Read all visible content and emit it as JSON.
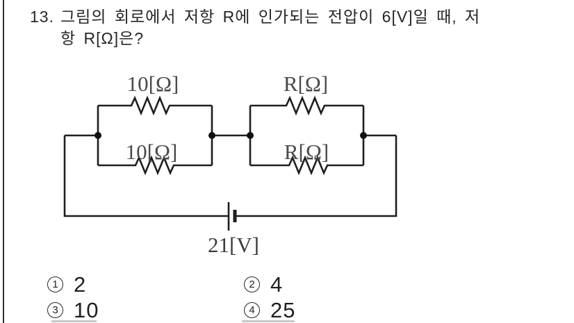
{
  "question": {
    "number": "13.",
    "text_line1": "그림의 회로에서 저항 R에 인가되는 전압이 6[V]일 때, 저",
    "text_line2": "항 R[Ω]은?"
  },
  "circuit": {
    "type": "schematic",
    "description": "Two parallel resistor pairs connected in series with a battery",
    "resistor_labels": {
      "left_top": "10[Ω]",
      "left_bottom": "10[Ω]",
      "right_top": "R[Ω]",
      "right_bottom": "R[Ω]"
    },
    "battery_label": "21[V]",
    "wire_color": "#1e1e1e",
    "label_color": "#4a4a4a"
  },
  "choices": [
    {
      "marker": "1",
      "value": "2"
    },
    {
      "marker": "2",
      "value": "4"
    },
    {
      "marker": "3",
      "value": "10"
    },
    {
      "marker": "4",
      "value": "25"
    }
  ]
}
